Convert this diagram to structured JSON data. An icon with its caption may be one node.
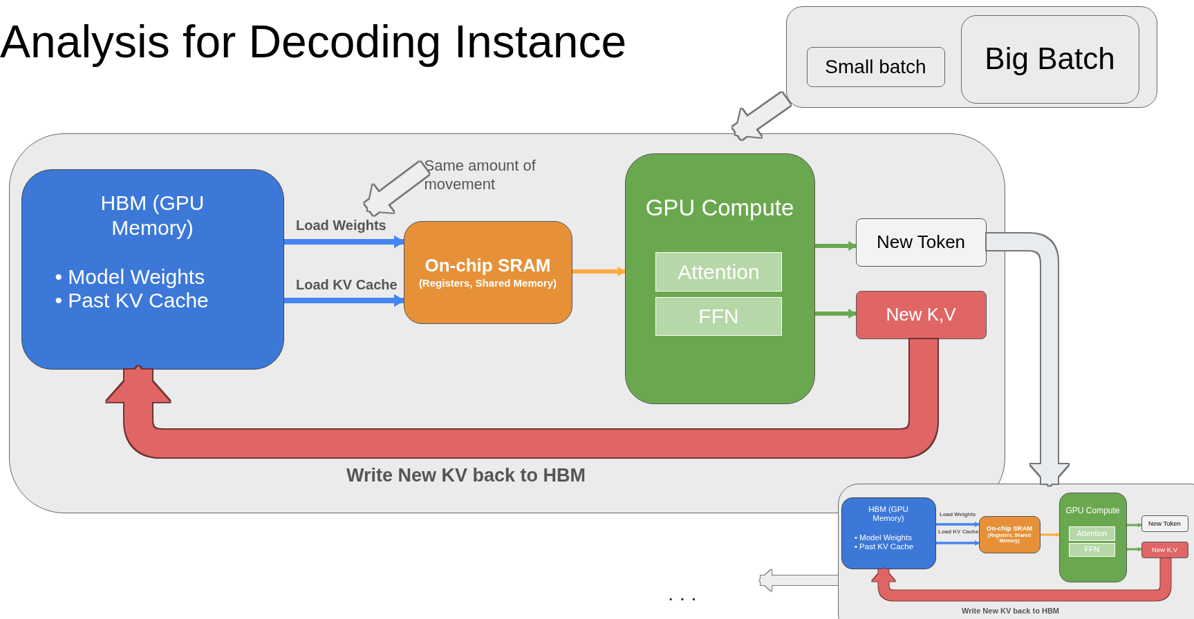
{
  "diagram": {
    "title": "Analysis for Decoding Instance",
    "nodes": [
      {
        "text": [],
        "shape": "box"
      },
      {
        "text": [
          "Small batch"
        ],
        "in": 0
      },
      {
        "text": [
          "Big Batch"
        ],
        "in": 0
      },
      {
        "text": [
          "Write New KV back to HBM"
        ]
      },
      {
        "text": [
          "HBM (GPU Memory)",
          "• Model Weights",
          "• Past KV Cache"
        ],
        "in": 3
      },
      {
        "text": [
          "On-chip SRAM",
          "(Registers, Shared Memory)"
        ],
        "in": 3
      },
      {
        "text": [
          "GPU Compute"
        ],
        "in": 3
      },
      {
        "text": [
          "Attention"
        ],
        "in": 6
      },
      {
        "text": [
          "FFN"
        ],
        "in": 6
      },
      {
        "text": [
          "New Token"
        ],
        "in": 3
      },
      {
        "text": [
          "New K,V"
        ],
        "in": 3
      },
      {
        "text": [
          "Write New KV back to HBM"
        ]
      },
      {
        "text": [
          "HBM (GPU Memory)",
          "• Model Weights",
          "• Past KV Cache"
        ],
        "in": 11
      },
      {
        "text": [
          "On-chip SRAM",
          "(Registers, Shared Memory)"
        ],
        "in": 11
      },
      {
        "text": [
          "GPU Compute"
        ],
        "in": 11
      },
      {
        "text": [
          "Attention"
        ],
        "in": 14
      },
      {
        "text": [
          "FFN"
        ],
        "in": 14
      },
      {
        "text": [
          "New Token"
        ],
        "in": 11
      },
      {
        "text": [
          "New K,V"
        ],
        "in": 11
      },
      {
        "text": [
          "Same amount of movement"
        ],
        "in": 3
      }
    ],
    "edges": [
      {
        "from": 0,
        "to": 3,
        "arrow": "to",
        "style": "thick",
        "color": "#eeeeee"
      },
      {
        "from": 4,
        "to": 5,
        "arrow": "to",
        "label": "Load Weights",
        "color": "#4285f4"
      },
      {
        "from": 4,
        "to": 5,
        "arrow": "to",
        "label": "Load KV Cache",
        "color": "#4285f4"
      },
      {
        "from": 5,
        "to": 6,
        "arrow": "to",
        "color": "#ffab40"
      },
      {
        "from": 6,
        "to": 9,
        "arrow": "to",
        "color": "#6aa84f"
      },
      {
        "from": 6,
        "to": 10,
        "arrow": "to",
        "color": "#6aa84f"
      },
      {
        "from": 10,
        "to": 4,
        "arrow": "to",
        "style": "thick",
        "color": "#e06666"
      },
      {
        "from": 9,
        "to": 11,
        "arrow": "to",
        "style": "thick",
        "color": "#e8ecef"
      },
      {
        "from": 12,
        "to": 13,
        "arrow": "to",
        "label": "Load Weights",
        "color": "#4285f4"
      },
      {
        "from": 12,
        "to": 13,
        "arrow": "to",
        "label": "Load KV Cache",
        "color": "#4285f4"
      },
      {
        "from": 13,
        "to": 14,
        "arrow": "to",
        "color": "#ffab40"
      },
      {
        "from": 14,
        "to": 17,
        "arrow": "to",
        "color": "#6aa84f"
      },
      {
        "from": 14,
        "to": 18,
        "arrow": "to",
        "color": "#6aa84f"
      },
      {
        "from": 18,
        "to": 12,
        "arrow": "to",
        "style": "thick",
        "color": "#e06666"
      },
      {
        "from": 11,
        "to": null,
        "arrow": "to",
        "style": "thick",
        "color": "#eeeeee"
      },
      {
        "from": 19,
        "to": null,
        "arrow": "to",
        "style": "thick",
        "color": "#eeeeee"
      }
    ],
    "labels": [
      ". . ."
    ]
  }
}
